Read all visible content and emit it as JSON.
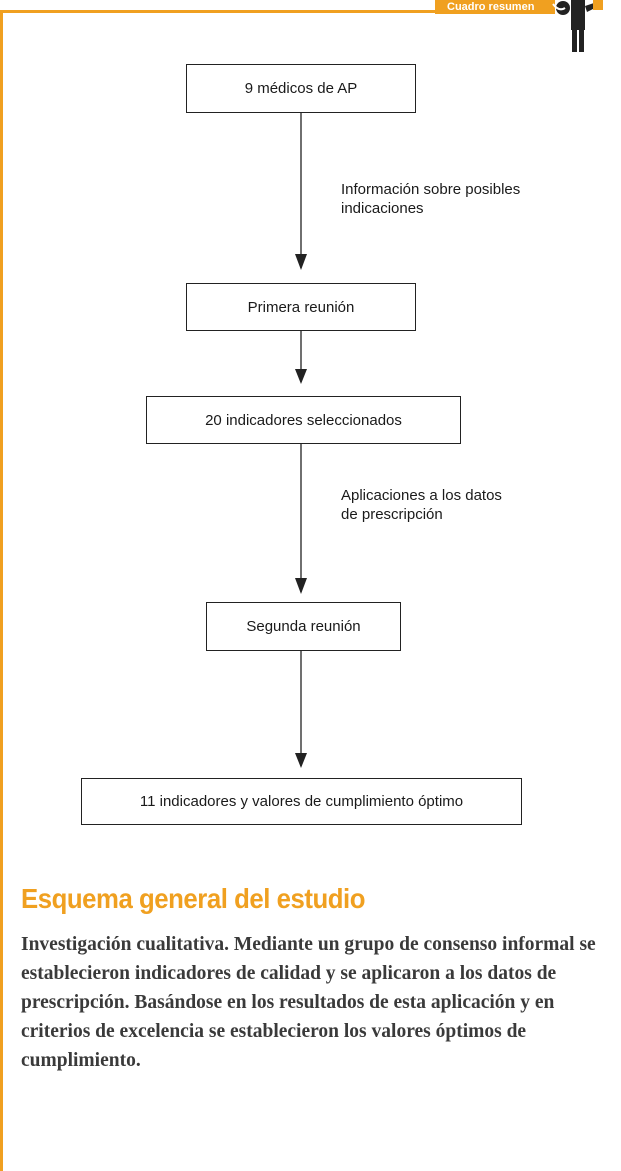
{
  "tag": {
    "label": "Cuadro resumen"
  },
  "flowchart": {
    "nodes": [
      {
        "id": "n1",
        "label": "9 médicos de AP"
      },
      {
        "id": "n2",
        "label": "Primera reunión"
      },
      {
        "id": "n3",
        "label": "20 indicadores seleccionados"
      },
      {
        "id": "n4",
        "label": "Segunda reunión"
      },
      {
        "id": "n5",
        "label": "11 indicadores y valores de cumplimiento óptimo"
      }
    ],
    "edges": [
      {
        "from": "n1",
        "to": "n2",
        "label_line1": "Información sobre posibles",
        "label_line2": "indicaciones"
      },
      {
        "from": "n2",
        "to": "n3",
        "label_line1": "",
        "label_line2": ""
      },
      {
        "from": "n3",
        "to": "n4",
        "label_line1": "Aplicaciones a los datos",
        "label_line2": "de prescripción"
      },
      {
        "from": "n4",
        "to": "n5",
        "label_line1": "",
        "label_line2": ""
      }
    ]
  },
  "summary": {
    "heading": "Esquema general del estudio",
    "body": "Investigación cualitativa. Mediante un grupo de consenso informal se establecieron indicadores de calidad y se aplicaron a los datos de prescripción. Basándose en los resultados de esta aplicación y en criterios de excelencia se establecieron los valores óptimos de cumplimiento."
  },
  "colors": {
    "accent": "#f0a020",
    "text": "#1a1a1a",
    "body_text": "#3a3a3a"
  }
}
